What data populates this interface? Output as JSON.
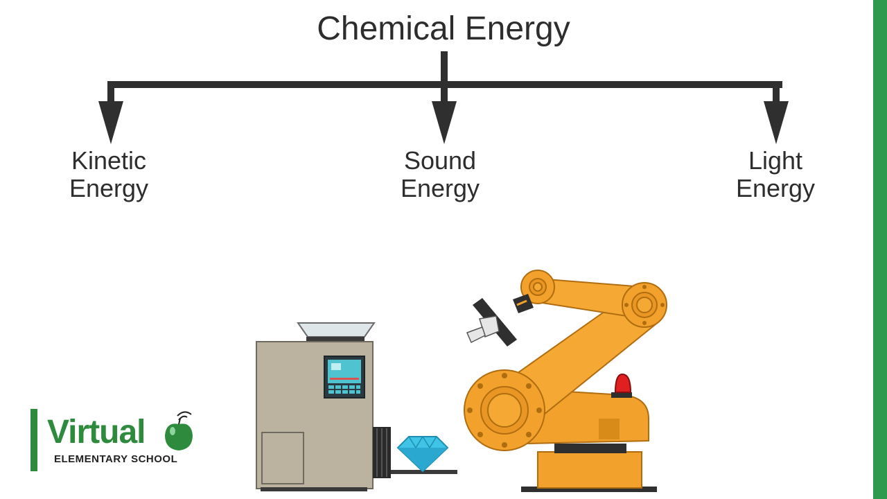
{
  "diagram": {
    "root": "Chemical Energy",
    "branches": [
      {
        "line1": "Kinetic",
        "line2": "Energy"
      },
      {
        "line1": "Sound",
        "line2": "Energy"
      },
      {
        "line1": "Light",
        "line2": "Energy"
      }
    ]
  },
  "logo": {
    "word": "Virtual",
    "subtitle": "ELEMENTARY SCHOOL"
  },
  "colors": {
    "arrow": "#2f2f2f",
    "brand_green": "#2e9a4e",
    "robot_orange": "#f2a12c",
    "machine_beige": "#bbb3a0",
    "gem_blue": "#3fc4e8"
  },
  "illustration": {
    "icons": [
      "machine-icon",
      "gem-icon",
      "robot-arm-icon",
      "apple-icon"
    ]
  }
}
